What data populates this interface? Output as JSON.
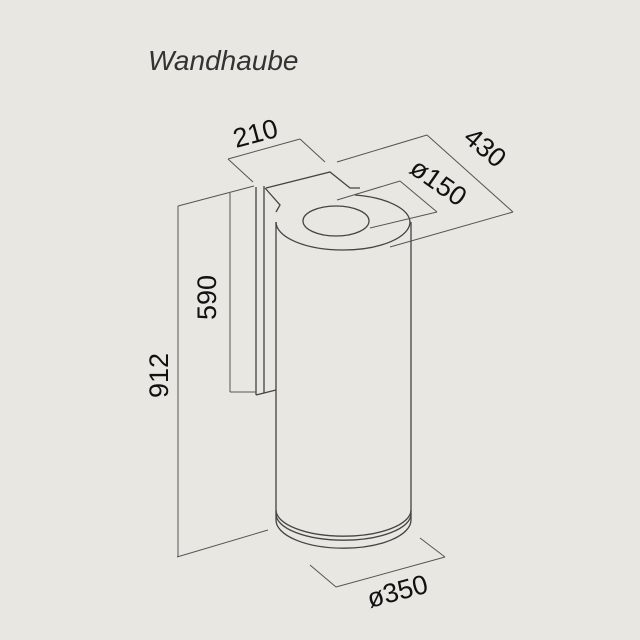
{
  "title": "Wandhaube",
  "dimensions": {
    "width_bracket": "210",
    "depth": "430",
    "outlet_diameter": "ø150",
    "bracket_height": "590",
    "total_height": "912",
    "body_diameter": "ø350"
  }
}
